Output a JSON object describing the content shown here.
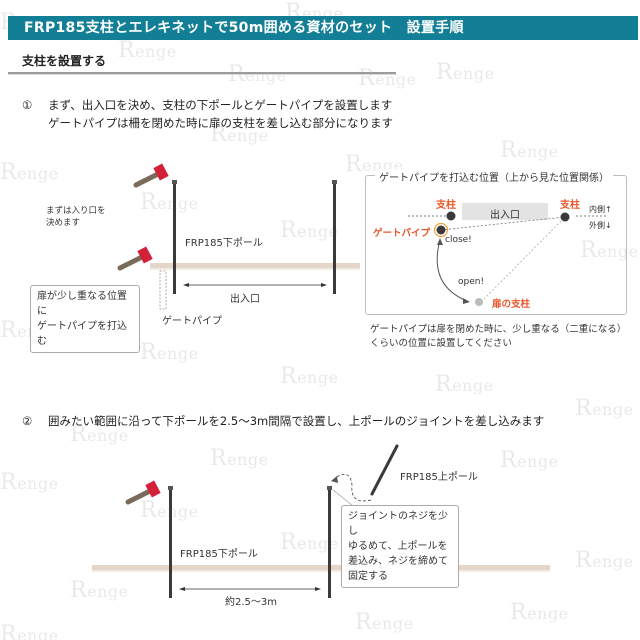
{
  "header": {
    "title": "FRP185支柱とエレキネットで50m囲める資材のセット　設置手順"
  },
  "section": {
    "heading": "支柱を設置する"
  },
  "step1": {
    "number": "①",
    "line1": "まず、出入口を決め、支柱の下ポールとゲートパイプを設置します",
    "line2": "ゲートパイプは柵を閉めた時に扉の支柱を差し込む部分になります",
    "note_entrance_line1": "まずは入り口を",
    "note_entrance_line2": "決めます",
    "lower_pole_label": "FRP185下ポール",
    "entrance_label": "出入口",
    "gate_pipe_label": "ゲートパイプ",
    "callout_line1": "扉が少し重なる位置に",
    "callout_line2": "ゲートパイプを打込む"
  },
  "top_view": {
    "title": "ゲートパイプを打込む位置（上から見た位置関係）",
    "post_left": "支柱",
    "post_right": "支柱",
    "entrance": "出入口",
    "inside": "内側↑",
    "outside": "外側↓",
    "gate_pipe": "ゲートパイプ",
    "close": "close!",
    "open": "open!",
    "door_post": "扉の支柱",
    "caption_line1": "ゲートパイプは扉を閉めた時に、少し重なる（二重になる）",
    "caption_line2": "くらいの位置に設置してください"
  },
  "step2": {
    "number": "②",
    "line1": "囲みたい範囲に沿って下ポールを2.5〜3m間隔で設置し、上ポールのジョイントを差し込みます",
    "upper_pole_label": "FRP185上ポール",
    "lower_pole_label": "FRP185下ポール",
    "spacing_label": "約2.5〜3m",
    "callout_line1": "ジョイントのネジを少し",
    "callout_line2": "ゆるめて、上ポールを",
    "callout_line3": "差込み、ネジを締めて",
    "callout_line4": "固定する"
  },
  "watermark": {
    "text": "Renge"
  },
  "colors": {
    "title_bar": "#137f96",
    "accent_orange": "#e8562a",
    "hammer_head": "#d4213a",
    "hammer_handle": "#7a6a5a",
    "pole": "#3a3a3a",
    "ground": "#e3d6c8"
  }
}
